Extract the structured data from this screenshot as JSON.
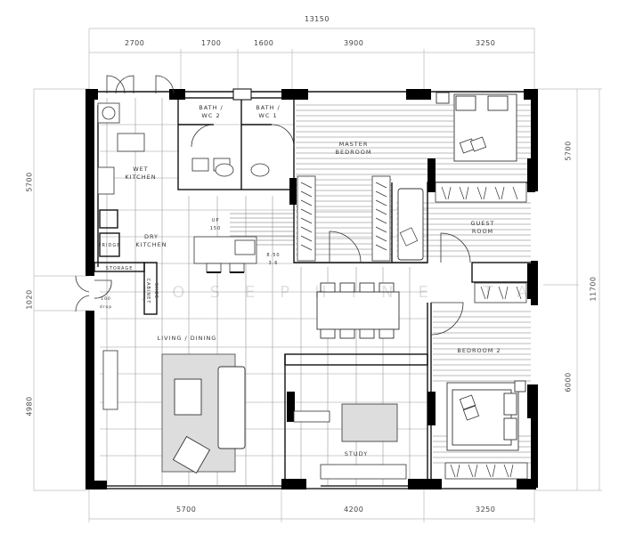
{
  "plan": {
    "dimensions": {
      "top_total": "13150",
      "top": [
        "2700",
        "1700",
        "1600",
        "3900",
        "3250"
      ],
      "bottom": [
        "5700",
        "4200",
        "3250"
      ],
      "left": [
        "5700",
        "1020",
        "4980"
      ],
      "right": [
        "5700",
        "6000"
      ],
      "right_total": "11700"
    },
    "rooms": {
      "bath2": "BATH / WC 2",
      "bath1": "BATH / WC 1",
      "master": "MASTER BEDROOM",
      "wet_kitchen": "WET KITCHEN",
      "dry_kitchen": "DRY KITCHEN",
      "guest": "GUEST ROOM",
      "fridge": "FRIDGE",
      "storage": "STORAGE",
      "shoe_cabinet": "SHOE CABINET",
      "living": "LIVING / DINING",
      "bedroom2": "BEDROOM 2",
      "study": "STUDY"
    },
    "annotations": {
      "up_step": "UP 150",
      "level": "8.50 3.6",
      "drop": "100 drop"
    },
    "watermark": "JOSEPHINE TA"
  }
}
